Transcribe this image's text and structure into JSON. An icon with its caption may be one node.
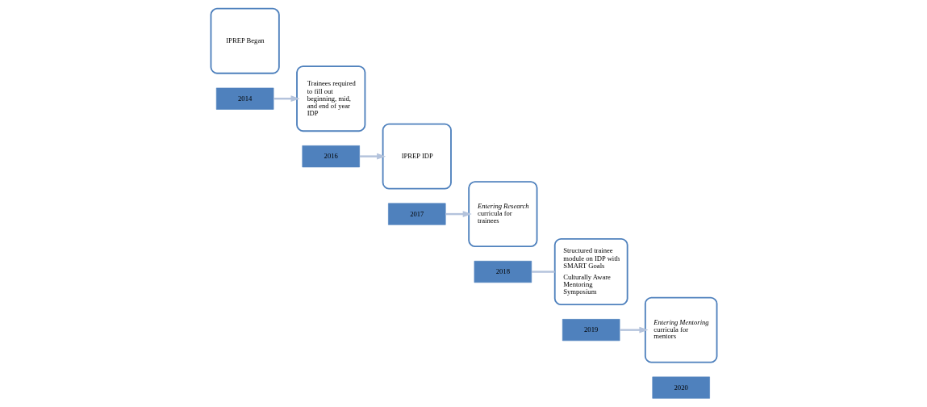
{
  "diagram": {
    "nodes": [
      {
        "text": [
          "IPREP Began"
        ]
      },
      {
        "text": [
          "2014"
        ]
      },
      {
        "text": [
          "Trainees required to fill out beginning, mid, and end of year IDP"
        ]
      },
      {
        "text": [
          "2016"
        ]
      },
      {
        "text": [
          "IPREP IDP"
        ]
      },
      {
        "text": [
          "2017"
        ]
      },
      {
        "text": [
          "*Entering Research* curricula for trainees"
        ]
      },
      {
        "text": [
          "2018"
        ]
      },
      {
        "text": [
          "Structured trainee module on IDP with SMART Goals",
          "Culturally Aware Mentoring Symposium"
        ]
      },
      {
        "text": [
          "2019"
        ]
      },
      {
        "text": [
          "*Entering Mentoring* curricula for mentors"
        ]
      },
      {
        "text": [
          "2020"
        ]
      }
    ],
    "edges": [
      {
        "from": 1,
        "to": 2,
        "arrow": "to"
      },
      {
        "from": 3,
        "to": 4,
        "arrow": "to"
      },
      {
        "from": 5,
        "to": 6,
        "arrow": "to"
      },
      {
        "from": 7,
        "to": 8,
        "arrow": "none"
      },
      {
        "from": 9,
        "to": 10,
        "arrow": "to"
      }
    ]
  }
}
